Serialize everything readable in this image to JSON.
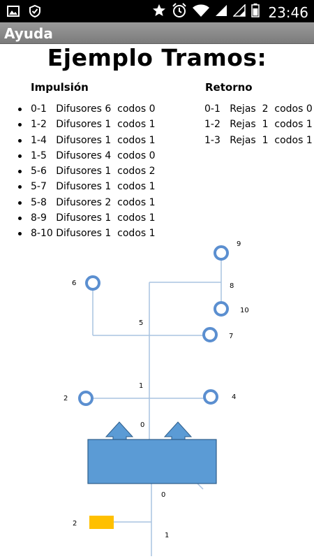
{
  "status_bar": {
    "time": "23:46",
    "left_icons": [
      "image-notification-icon",
      "shield-check-icon"
    ],
    "right_icons": [
      "star-icon",
      "alarm-icon",
      "wifi-icon",
      "signal-icon",
      "signal-icon",
      "battery-icon"
    ]
  },
  "action_bar": {
    "title": "Ayuda"
  },
  "content": {
    "heading": "Ejemplo Tramos:",
    "impulsion": {
      "title": "Impulsión",
      "items": [
        "0-1   Difusores 6  codos 0",
        "1-2   Difusores 1  codos 1",
        "1-4   Difusores 1  codos 1",
        "1-5   Difusores 4  codos 0",
        "5-6   Difusores 1  codos 2",
        "5-7   Difusores 1  codos 1",
        "5-8   Difusores 2  codos 1",
        "8-9   Difusores 1  codos 1",
        "8-10 Difusores 1  codos 1"
      ]
    },
    "retorno": {
      "title": "Retorno",
      "items": [
        "0-1   Rejas  2  codos 0",
        "1-2   Rejas  1  codos 1",
        "1-3   Rejas  1  codos 1"
      ]
    },
    "diagram": {
      "node_labels": [
        "9",
        "6",
        "8",
        "10",
        "5",
        "7",
        "1",
        "2",
        "4",
        "0",
        "0",
        "2",
        "1"
      ],
      "colors": {
        "duct": "#a9c3e0",
        "diffuser": "#5b8fd0",
        "unit": "#5b9bd5",
        "unit_border": "#2e5d8a",
        "grille": "#ffc000"
      }
    }
  }
}
